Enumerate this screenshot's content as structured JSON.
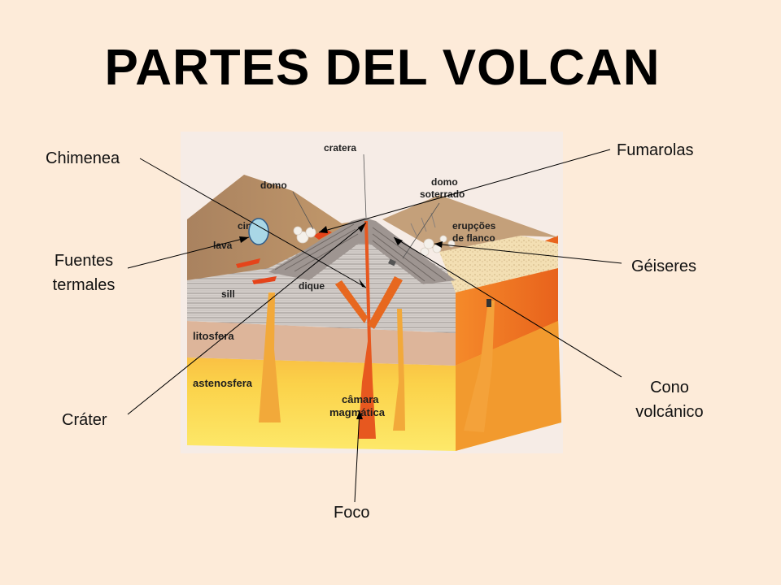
{
  "title": "PARTES DEL VOLCAN",
  "labels": {
    "chimenea": "Chimenea",
    "fuentes_line1": "Fuentes",
    "fuentes_line2": "termales",
    "crater": "Cráter",
    "foco": "Foco",
    "fumarolas": "Fumarolas",
    "geiseres": "Géiseres",
    "cono_line1": "Cono",
    "cono_line2": "volcánico"
  },
  "image_labels": {
    "cratera": "cratera",
    "domo": "domo",
    "domo_soterrado_1": "domo",
    "domo_soterrado_2": "soterrado",
    "erupcoes_1": "erupções",
    "erupcoes_2": "de flanco",
    "cinza": "cinza",
    "lava": "lava",
    "sill": "sill",
    "dique": "dique",
    "litosfera": "litosfera",
    "astenosfera": "astenosfera",
    "camara_1": "câmara",
    "camara_2": "magmática"
  }
}
